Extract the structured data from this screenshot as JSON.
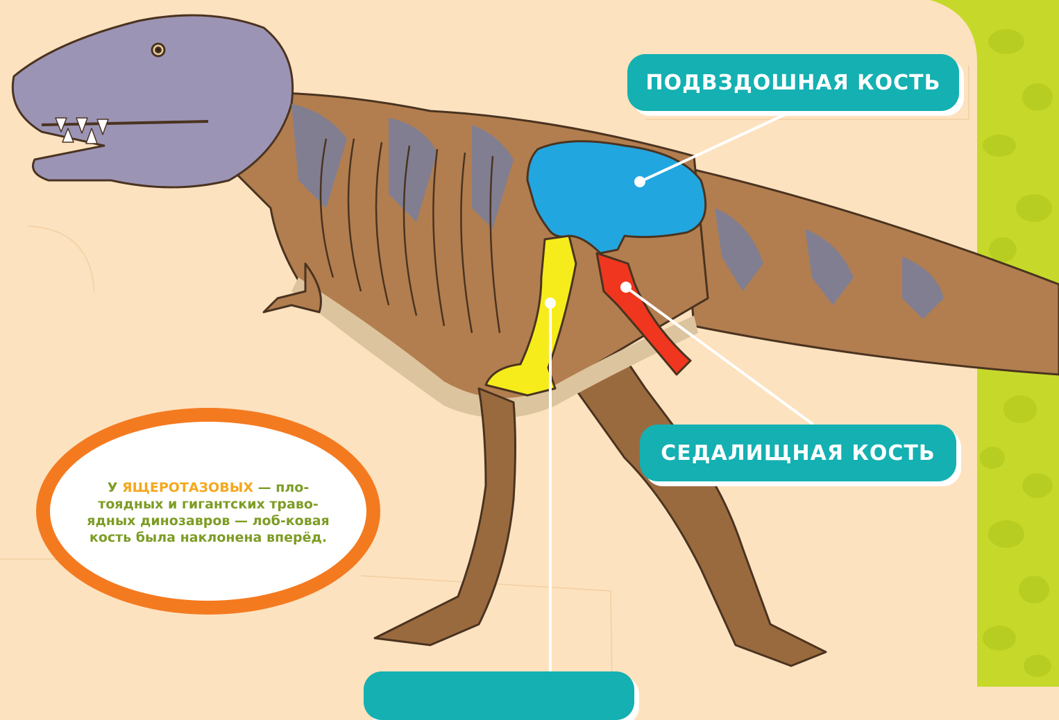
{
  "labels": {
    "ilium": "ПОДВЗДОШНАЯ КОСТЬ",
    "ischium": "СЕДАЛИЩНАЯ КОСТЬ",
    "pubis": ""
  },
  "info": {
    "prefix": "У ",
    "highlight": "ЯЩЕРОТАЗОВЫХ",
    "rest": " — пло-тоядных и гигантских траво-ядных динозавров — лоб-ковая кость была наклонена вперёд."
  },
  "colors": {
    "background": "#fde2bf",
    "label_fill": "#14b0b2",
    "oval_border": "#f47a20",
    "info_text": "#7d9c24",
    "highlight": "#f4a81c",
    "ilium_bone": "#22a6e0",
    "ischium_bone": "#f0361e",
    "pubis_bone": "#f6ec1c",
    "body_brown": "#b27e4f",
    "stripe_gray": "#7b7e98",
    "belly": "#dcc49e",
    "side_panel": "#c6d92a"
  },
  "icons": {
    "dinosaur": "tyrannosaurus-skeleton-illustration"
  }
}
